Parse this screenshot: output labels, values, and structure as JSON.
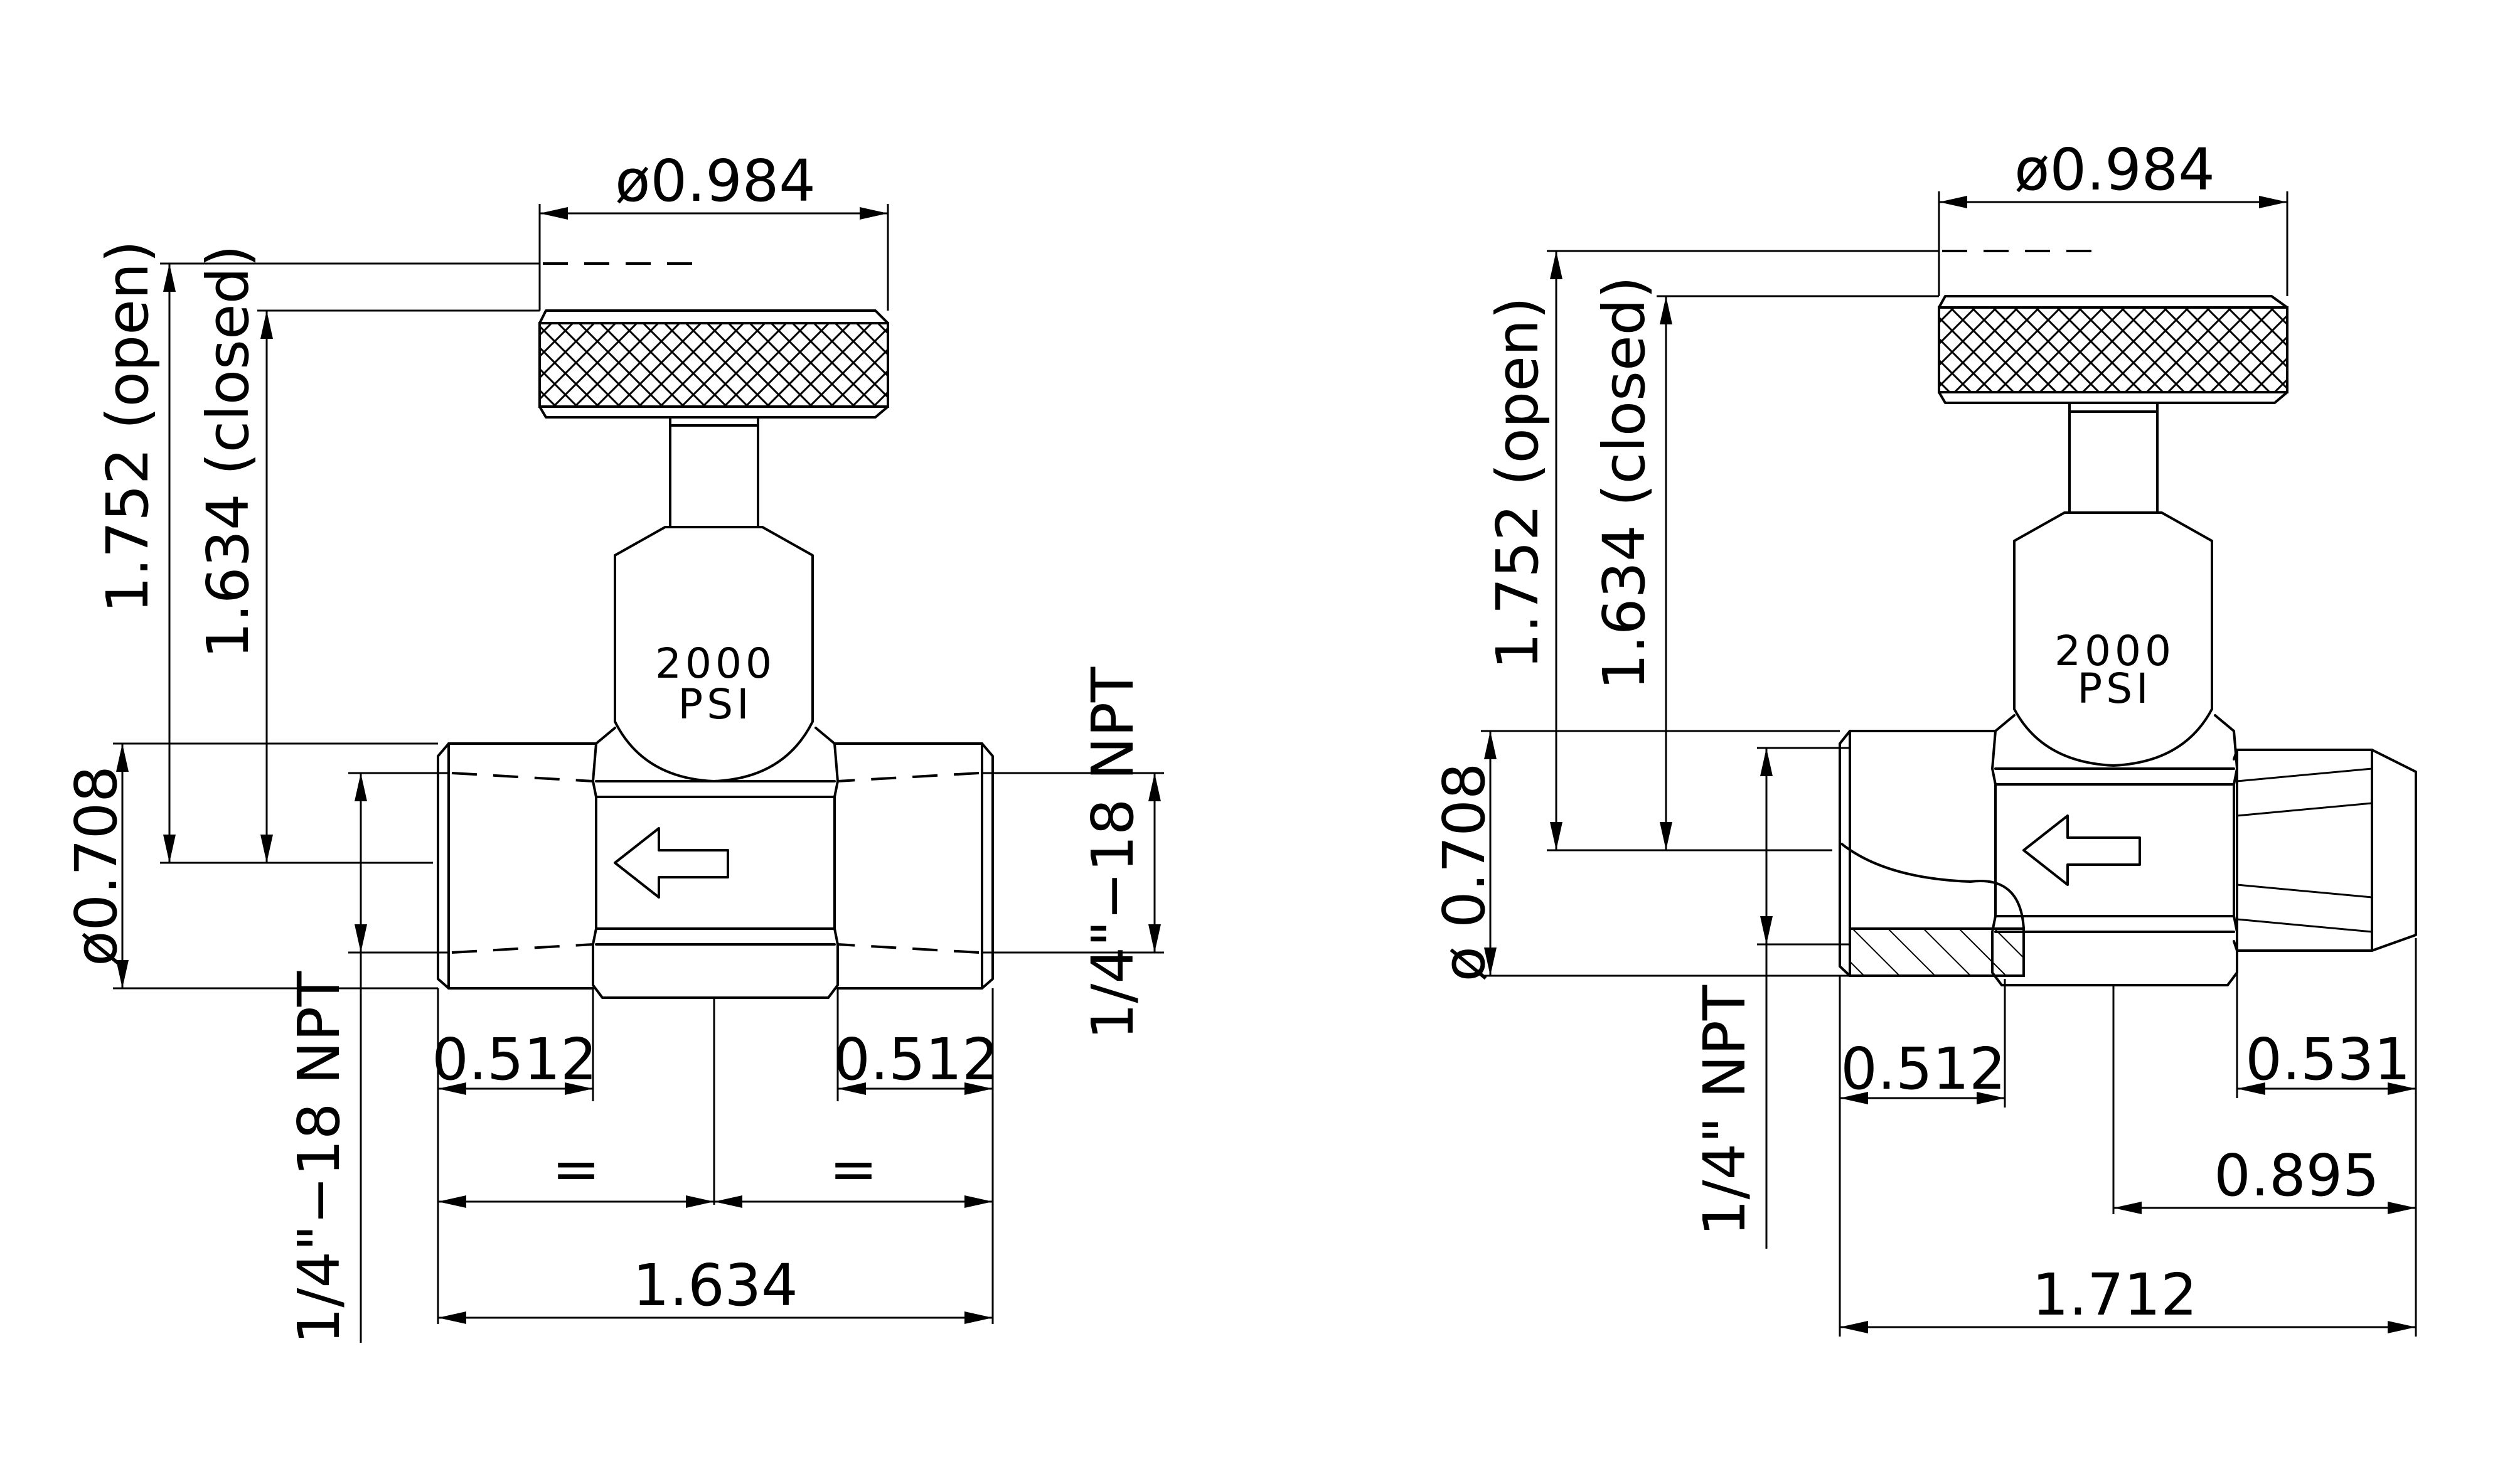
{
  "left_view": {
    "handle_diameter": "ø0.984",
    "height_open": "1.752 (open)",
    "height_closed": "1.634 (closed)",
    "body_diameter": "ø0.708",
    "rating_line1": "2000",
    "rating_line2": "PSI",
    "thread_left": "1/4\"−18 NPT",
    "thread_right": "1/4\"−18 NPT",
    "port_left": "0.512",
    "port_right": "0.512",
    "equal_left": "=",
    "equal_right": "=",
    "overall_length": "1.634"
  },
  "right_view": {
    "handle_diameter": "ø0.984",
    "height_open": "1.752 (open)",
    "height_closed": "1.634 (closed)",
    "body_diameter": "ø 0.708",
    "rating_line1": "2000",
    "rating_line2": "PSI",
    "thread_left": "1/4\" NPT",
    "port_left": "0.512",
    "male_end": "0.531",
    "center_to_end": "0.895",
    "overall_length": "1.712"
  }
}
